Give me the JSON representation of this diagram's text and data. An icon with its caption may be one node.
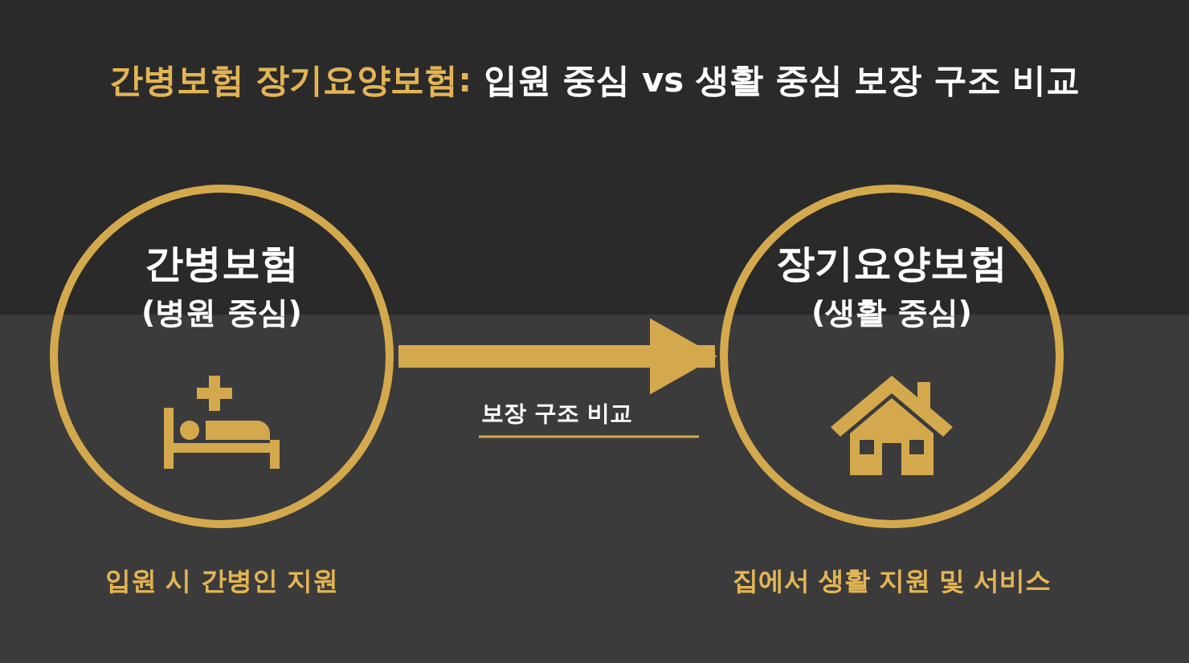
{
  "diagram": {
    "title": "**간병보험 장기요양보험:** 입원 중심 vs 생활 중심 보장 구조 비교",
    "nodes": [
      {
        "text": [
          "간병보험",
          "(병원 중심)"
        ],
        "beside": [
          "입원 시 간병인 지원"
        ]
      },
      {
        "text": [
          "장기요양보험",
          "(생활 중심)"
        ],
        "beside": [
          "집에서 생활 지원 및 서비스"
        ]
      }
    ],
    "edges": [
      {
        "from": 0,
        "to": 1,
        "arrow": "to",
        "label": "보장 구조 비교"
      }
    ]
  }
}
